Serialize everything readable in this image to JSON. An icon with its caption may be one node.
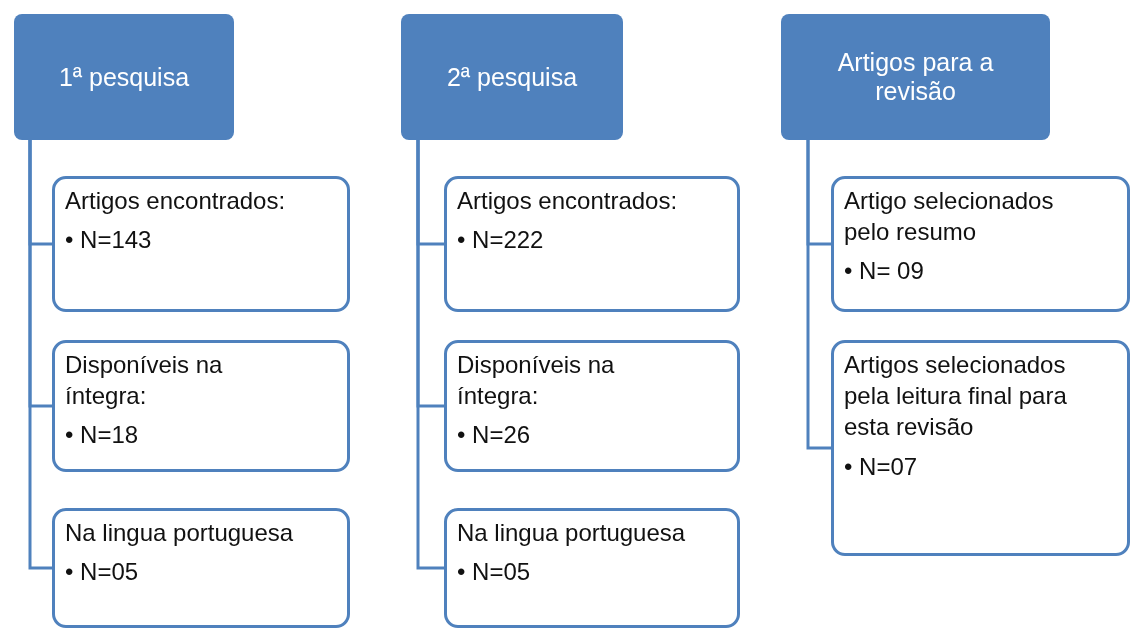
{
  "diagram": {
    "nodes": [
      {
        "text": [
          "1ª pesquisa"
        ]
      },
      {
        "text": [
          "Artigos encontrados:",
          "• N=143"
        ]
      },
      {
        "text": [
          "Disponíveis na íntegra:",
          "• N=18"
        ]
      },
      {
        "text": [
          "Na lingua portuguesa",
          "• N=05"
        ]
      },
      {
        "text": [
          "2ª pesquisa"
        ]
      },
      {
        "text": [
          "Artigos encontrados:",
          "• N=222"
        ]
      },
      {
        "text": [
          "Disponíveis na íntegra:",
          "• N=26"
        ]
      },
      {
        "text": [
          "Na lingua portuguesa",
          "• N=05"
        ]
      },
      {
        "text": [
          "Artigos para a revisão"
        ]
      },
      {
        "text": [
          "Artigo selecionados pelo resumo",
          "• N= 09"
        ]
      },
      {
        "text": [
          "Artigos selecionados pela leitura final para esta revisão",
          "• N=07"
        ]
      }
    ],
    "edges": [
      {
        "from": 0,
        "to": 1,
        "arrow": "none"
      },
      {
        "from": 0,
        "to": 2,
        "arrow": "none"
      },
      {
        "from": 0,
        "to": 3,
        "arrow": "none"
      },
      {
        "from": 4,
        "to": 5,
        "arrow": "none"
      },
      {
        "from": 4,
        "to": 6,
        "arrow": "none"
      },
      {
        "from": 4,
        "to": 7,
        "arrow": "none"
      },
      {
        "from": 8,
        "to": 9,
        "arrow": "none"
      },
      {
        "from": 8,
        "to": 10,
        "arrow": "none"
      }
    ]
  }
}
